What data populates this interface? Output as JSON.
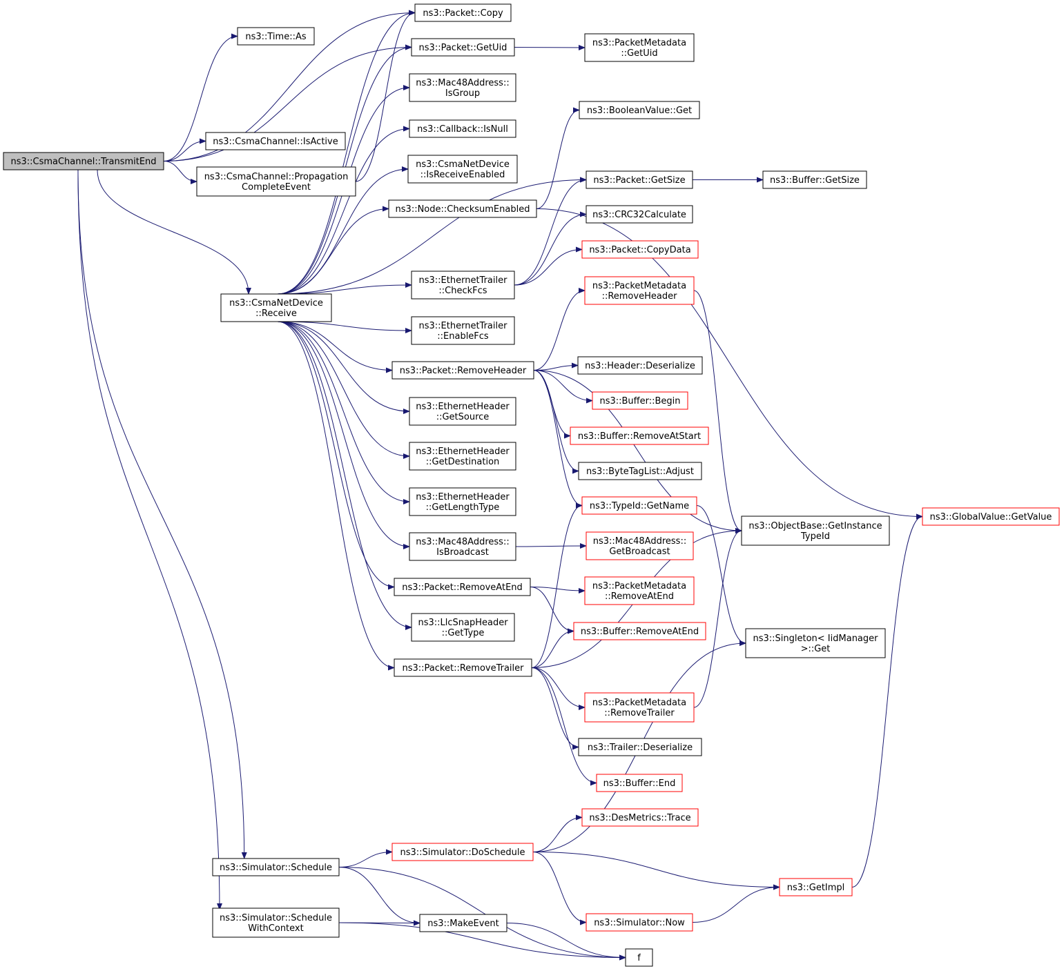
{
  "colors": {
    "edge": "#191970",
    "node_border": "#000000",
    "node_border_incomplete": "#ff0000",
    "root_fill": "#bfbfbf",
    "background": "#ffffff"
  },
  "nodes": {
    "transmit_end": {
      "lines": [
        "ns3::CsmaChannel::TransmitEnd"
      ],
      "style": "root"
    },
    "time_as": {
      "lines": [
        "ns3::Time::As"
      ],
      "style": "normal"
    },
    "packet_copy": {
      "lines": [
        "ns3::Packet::Copy"
      ],
      "style": "normal"
    },
    "packet_getuid": {
      "lines": [
        "ns3::Packet::GetUid"
      ],
      "style": "normal"
    },
    "packetmetadata_getuid": {
      "lines": [
        "ns3::PacketMetadata",
        "::GetUid"
      ],
      "style": "normal"
    },
    "mac48_isgroup": {
      "lines": [
        "ns3::Mac48Address::",
        "IsGroup"
      ],
      "style": "normal"
    },
    "csmachannel_isactive": {
      "lines": [
        "ns3::CsmaChannel::IsActive"
      ],
      "style": "normal"
    },
    "callback_isnull": {
      "lines": [
        "ns3::Callback::IsNull"
      ],
      "style": "normal"
    },
    "booleanvalue_get": {
      "lines": [
        "ns3::BooleanValue::Get"
      ],
      "style": "normal"
    },
    "propagation_complete": {
      "lines": [
        "ns3::CsmaChannel::Propagation",
        "CompleteEvent"
      ],
      "style": "normal"
    },
    "isreceiveenabled": {
      "lines": [
        "ns3::CsmaNetDevice",
        "::IsReceiveEnabled"
      ],
      "style": "normal"
    },
    "packet_getsize": {
      "lines": [
        "ns3::Packet::GetSize"
      ],
      "style": "normal"
    },
    "buffer_getsize": {
      "lines": [
        "ns3::Buffer::GetSize"
      ],
      "style": "normal"
    },
    "checksumenabled": {
      "lines": [
        "ns3::Node::ChecksumEnabled"
      ],
      "style": "normal"
    },
    "crc32": {
      "lines": [
        "ns3::CRC32Calculate"
      ],
      "style": "normal"
    },
    "packet_copydata": {
      "lines": [
        "ns3::Packet::CopyData"
      ],
      "style": "red"
    },
    "checkfcs": {
      "lines": [
        "ns3::EthernetTrailer",
        "::CheckFcs"
      ],
      "style": "normal"
    },
    "pm_removeheader": {
      "lines": [
        "ns3::PacketMetadata",
        "::RemoveHeader"
      ],
      "style": "red"
    },
    "csmanetdevice_receive": {
      "lines": [
        "ns3::CsmaNetDevice",
        "::Receive"
      ],
      "style": "normal"
    },
    "enablefcs": {
      "lines": [
        "ns3::EthernetTrailer",
        "::EnableFcs"
      ],
      "style": "normal"
    },
    "packet_removeheader": {
      "lines": [
        "ns3::Packet::RemoveHeader"
      ],
      "style": "normal"
    },
    "header_deserialize": {
      "lines": [
        "ns3::Header::Deserialize"
      ],
      "style": "normal"
    },
    "buffer_begin": {
      "lines": [
        "ns3::Buffer::Begin"
      ],
      "style": "red"
    },
    "getsource": {
      "lines": [
        "ns3::EthernetHeader",
        "::GetSource"
      ],
      "style": "normal"
    },
    "buffer_removeatstart": {
      "lines": [
        "ns3::Buffer::RemoveAtStart"
      ],
      "style": "red"
    },
    "getdestination": {
      "lines": [
        "ns3::EthernetHeader",
        "::GetDestination"
      ],
      "style": "normal"
    },
    "bytetaglist_adjust": {
      "lines": [
        "ns3::ByteTagList::Adjust"
      ],
      "style": "normal"
    },
    "getlengthtype": {
      "lines": [
        "ns3::EthernetHeader",
        "::GetLengthType"
      ],
      "style": "normal"
    },
    "typeid_getname": {
      "lines": [
        "ns3::TypeId::GetName"
      ],
      "style": "red"
    },
    "getinstancetypeid": {
      "lines": [
        "ns3::ObjectBase::GetInstance",
        "TypeId"
      ],
      "style": "normal"
    },
    "globalvalue_getvalue": {
      "lines": [
        "ns3::GlobalValue::GetValue"
      ],
      "style": "red"
    },
    "isbroadcast": {
      "lines": [
        "ns3::Mac48Address::",
        "IsBroadcast"
      ],
      "style": "normal"
    },
    "getbroadcast": {
      "lines": [
        "ns3::Mac48Address::",
        "GetBroadcast"
      ],
      "style": "red"
    },
    "packet_removeatend": {
      "lines": [
        "ns3::Packet::RemoveAtEnd"
      ],
      "style": "normal"
    },
    "pm_removeatend": {
      "lines": [
        "ns3::PacketMetadata",
        "::RemoveAtEnd"
      ],
      "style": "red"
    },
    "llcsnap_gettype": {
      "lines": [
        "ns3::LlcSnapHeader",
        "::GetType"
      ],
      "style": "normal"
    },
    "buffer_removeatend": {
      "lines": [
        "ns3::Buffer::RemoveAtEnd"
      ],
      "style": "red"
    },
    "singleton_get": {
      "lines": [
        "ns3::Singleton< IidManager",
        ">::Get"
      ],
      "style": "normal"
    },
    "packet_removetrailer": {
      "lines": [
        "ns3::Packet::RemoveTrailer"
      ],
      "style": "normal"
    },
    "pm_removetrailer": {
      "lines": [
        "ns3::PacketMetadata",
        "::RemoveTrailer"
      ],
      "style": "red"
    },
    "trailer_deserialize": {
      "lines": [
        "ns3::Trailer::Deserialize"
      ],
      "style": "normal"
    },
    "buffer_end": {
      "lines": [
        "ns3::Buffer::End"
      ],
      "style": "red"
    },
    "desmetrics_trace": {
      "lines": [
        "ns3::DesMetrics::Trace"
      ],
      "style": "red"
    },
    "simulator_doschedule": {
      "lines": [
        "ns3::Simulator::DoSchedule"
      ],
      "style": "red"
    },
    "simulator_schedule": {
      "lines": [
        "ns3::Simulator::Schedule"
      ],
      "style": "normal"
    },
    "getimpl": {
      "lines": [
        "ns3::GetImpl"
      ],
      "style": "red"
    },
    "schedulewithcontext": {
      "lines": [
        "ns3::Simulator::Schedule",
        "WithContext"
      ],
      "style": "normal"
    },
    "makeevent": {
      "lines": [
        "ns3::MakeEvent"
      ],
      "style": "normal"
    },
    "simulator_now": {
      "lines": [
        "ns3::Simulator::Now"
      ],
      "style": "red"
    },
    "f": {
      "lines": [
        "f"
      ],
      "style": "normal"
    }
  },
  "edges": [
    [
      "transmit_end",
      "time_as"
    ],
    [
      "transmit_end",
      "packet_copy"
    ],
    [
      "transmit_end",
      "packet_getuid"
    ],
    [
      "transmit_end",
      "csmachannel_isactive"
    ],
    [
      "transmit_end",
      "propagation_complete"
    ],
    [
      "transmit_end",
      "csmanetdevice_receive"
    ],
    [
      "transmit_end",
      "simulator_schedule"
    ],
    [
      "transmit_end",
      "schedulewithcontext"
    ],
    [
      "propagation_complete",
      "packet_copy"
    ],
    [
      "packet_getuid",
      "packetmetadata_getuid"
    ],
    [
      "csmanetdevice_receive",
      "packet_copy"
    ],
    [
      "csmanetdevice_receive",
      "packet_getuid"
    ],
    [
      "csmanetdevice_receive",
      "mac48_isgroup"
    ],
    [
      "csmanetdevice_receive",
      "callback_isnull"
    ],
    [
      "csmanetdevice_receive",
      "isreceiveenabled"
    ],
    [
      "csmanetdevice_receive",
      "checksumenabled"
    ],
    [
      "csmanetdevice_receive",
      "packet_getsize"
    ],
    [
      "csmanetdevice_receive",
      "checkfcs"
    ],
    [
      "csmanetdevice_receive",
      "enablefcs"
    ],
    [
      "csmanetdevice_receive",
      "packet_removeheader"
    ],
    [
      "csmanetdevice_receive",
      "getsource"
    ],
    [
      "csmanetdevice_receive",
      "getdestination"
    ],
    [
      "csmanetdevice_receive",
      "getlengthtype"
    ],
    [
      "csmanetdevice_receive",
      "isbroadcast"
    ],
    [
      "csmanetdevice_receive",
      "packet_removeatend"
    ],
    [
      "csmanetdevice_receive",
      "llcsnap_gettype"
    ],
    [
      "csmanetdevice_receive",
      "packet_removetrailer"
    ],
    [
      "checksumenabled",
      "booleanvalue_get"
    ],
    [
      "checksumenabled",
      "globalvalue_getvalue"
    ],
    [
      "packet_getsize",
      "buffer_getsize"
    ],
    [
      "checkfcs",
      "packet_getsize"
    ],
    [
      "checkfcs",
      "crc32"
    ],
    [
      "checkfcs",
      "packet_copydata"
    ],
    [
      "packet_removeheader",
      "pm_removeheader"
    ],
    [
      "packet_removeheader",
      "getinstancetypeid"
    ],
    [
      "packet_removeheader",
      "header_deserialize"
    ],
    [
      "packet_removeheader",
      "buffer_begin"
    ],
    [
      "packet_removeheader",
      "buffer_removeatstart"
    ],
    [
      "packet_removeheader",
      "bytetaglist_adjust"
    ],
    [
      "packet_removeheader",
      "typeid_getname"
    ],
    [
      "pm_removeheader",
      "getinstancetypeid"
    ],
    [
      "typeid_getname",
      "singleton_get"
    ],
    [
      "isbroadcast",
      "getbroadcast"
    ],
    [
      "packet_removeatend",
      "pm_removeatend"
    ],
    [
      "packet_removeatend",
      "buffer_removeatend"
    ],
    [
      "packet_removetrailer",
      "typeid_getname"
    ],
    [
      "packet_removetrailer",
      "buffer_removeatend"
    ],
    [
      "packet_removetrailer",
      "getinstancetypeid"
    ],
    [
      "packet_removetrailer",
      "pm_removetrailer"
    ],
    [
      "packet_removetrailer",
      "trailer_deserialize"
    ],
    [
      "packet_removetrailer",
      "buffer_end"
    ],
    [
      "pm_removetrailer",
      "getinstancetypeid"
    ],
    [
      "simulator_schedule",
      "simulator_doschedule"
    ],
    [
      "simulator_schedule",
      "makeevent"
    ],
    [
      "simulator_schedule",
      "f"
    ],
    [
      "schedulewithcontext",
      "makeevent"
    ],
    [
      "schedulewithcontext",
      "f"
    ],
    [
      "simulator_doschedule",
      "desmetrics_trace"
    ],
    [
      "simulator_doschedule",
      "singleton_get"
    ],
    [
      "simulator_doschedule",
      "getimpl"
    ],
    [
      "simulator_doschedule",
      "simulator_now"
    ],
    [
      "simulator_now",
      "getimpl"
    ],
    [
      "getimpl",
      "globalvalue_getvalue"
    ],
    [
      "makeevent",
      "f"
    ]
  ]
}
